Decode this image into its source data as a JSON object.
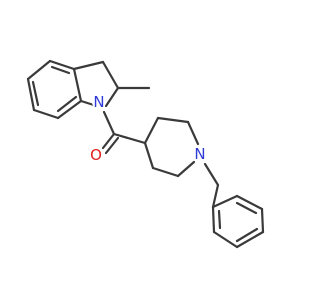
{
  "colors": {
    "background": "#ffffff",
    "bond": "#3a3a3a",
    "nitrogen": "#2f39d6",
    "oxygen": "#e02020"
  },
  "atoms": {
    "indoline_nitrogen": {
      "label": "N",
      "element": "nitrogen"
    },
    "carbonyl_oxygen": {
      "label": "O",
      "element": "oxygen"
    },
    "piperidine_nitrogen": {
      "label": "N",
      "element": "nitrogen"
    }
  }
}
